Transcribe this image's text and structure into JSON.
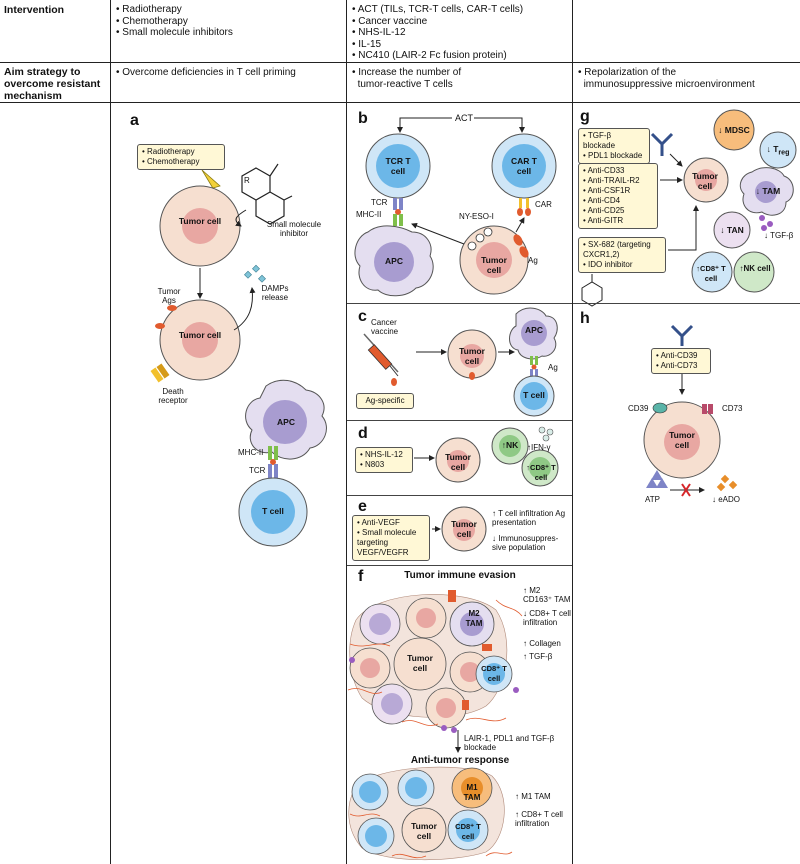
{
  "table": {
    "row1_header": "Intervention",
    "row2_header": "Aim strategy to overcome resistant mechanism",
    "col1_interventions": [
      "Radiotherapy",
      "Chemotherapy",
      "Small molecule inhibitors"
    ],
    "col2_interventions": [
      "ACT (TILs, TCR-T cells, CAR-T cells)",
      "Cancer vaccine",
      "NHS-IL-12",
      "IL-15",
      "NC410 (LAIR-2 Fc fusion protein)"
    ],
    "col1_aim": "Overcome deficiencies in T cell priming",
    "col2_aim_line1": "Increase the number of",
    "col2_aim_line2": "tumor-reactive T cells",
    "col3_aim_line1": "Repolarization of the",
    "col3_aim_line2": "immunosuppressive microenvironment"
  },
  "panel_a": {
    "letter": "a",
    "box_items": [
      "Radiotherapy",
      "Chemotherapy"
    ],
    "tumor1": "Tumor cell",
    "small_molecule": "Small molecule inhibitor",
    "r_label": "R",
    "tumor_ags": "Tumor Ags",
    "damps": "DAMPs release",
    "tumor2": "Tumor cell",
    "death_receptor": "Death receptor",
    "apc": "APC",
    "mhc": "MHC-II",
    "tcr": "TCR",
    "tcell": "T cell"
  },
  "panel_b": {
    "letter": "b",
    "act": "ACT",
    "tcr_tcell": "TCR T cell",
    "car_tcell": "CAR T cell",
    "tcr": "TCR",
    "mhc": "MHC-II",
    "nyeso": "NY-ESO-I",
    "car": "CAR",
    "apc": "APC",
    "tumor": "Tumor cell",
    "ag": "Ag"
  },
  "panel_c": {
    "letter": "c",
    "vaccine": "Cancer vaccine",
    "ag_specific": "Ag-specific",
    "tumor": "Tumor cell",
    "apc": "APC",
    "ag": "Ag",
    "tcell": "T cell"
  },
  "panel_d": {
    "letter": "d",
    "box_items": [
      "NHS-IL-12",
      "N803"
    ],
    "tumor": "Tumor cell",
    "nk": "NK",
    "ifn": "IFN-γ",
    "cd8": "CD8⁺ T cell"
  },
  "panel_e": {
    "letter": "e",
    "box_items": [
      "Anti-VEGF",
      "Small molecule targeting VEGF/VEGFR"
    ],
    "tumor": "Tumor cell",
    "up_text": "T cell infiltration Ag presentation",
    "down_text": "Immunosuppres-sive population"
  },
  "panel_f": {
    "letter": "f",
    "title1": "Tumor immune evasion",
    "m2tam": "M2 TAM",
    "tumor": "Tumor cell",
    "cd8": "CD8⁺ T cell",
    "note1": "M2 CD163⁺ TAM",
    "note2": "CD8+ T cell infiltration",
    "note3": "Collagen",
    "note4": "TGF-β",
    "arrow_text": "LAIR-1, PDL1 and TGF-β blockade",
    "title2": "Anti-tumor response",
    "m1tam": "M1 TAM",
    "note5": "M1 TAM",
    "note6": "CD8+ T cell infiltration"
  },
  "panel_g": {
    "letter": "g",
    "box1": [
      "TGF-β blockade",
      "PDL1 blockade"
    ],
    "box2": [
      "Anti-CD33",
      "Anti-TRAIL-R2",
      "Anti-CSF1R",
      "Anti-CD4",
      "Anti-CD25",
      "Anti-GITR"
    ],
    "box3": [
      "SX-682 (targeting CXCR1,2)",
      "IDO inhibitor"
    ],
    "tumor": "Tumor cell",
    "mdsc": "MDSC",
    "treg": "T",
    "treg_sub": "reg",
    "tam": "TAM",
    "tan": "TAN",
    "tgfb": "TGF-β",
    "cd8": "CD8⁺ T cell",
    "nk": "NK cell"
  },
  "panel_h": {
    "letter": "h",
    "box_items": [
      "Anti-CD39",
      "Anti-CD73"
    ],
    "cd39": "CD39",
    "cd73": "CD73",
    "tumor": "Tumor cell",
    "atp": "ATP",
    "eado": "eADO"
  },
  "colors": {
    "tumor_fill": "#f6dfd0",
    "tumor_nucleus": "#e8a7a2",
    "tcell_fill": "#cfe6f7",
    "tcell_core": "#6cb7e8",
    "apc_fill": "#e4def0",
    "apc_core": "#a89cd0",
    "nk_fill": "#cfe8c8",
    "mdsc_fill": "#f7bd7c",
    "box_fill": "#fff8d6"
  }
}
